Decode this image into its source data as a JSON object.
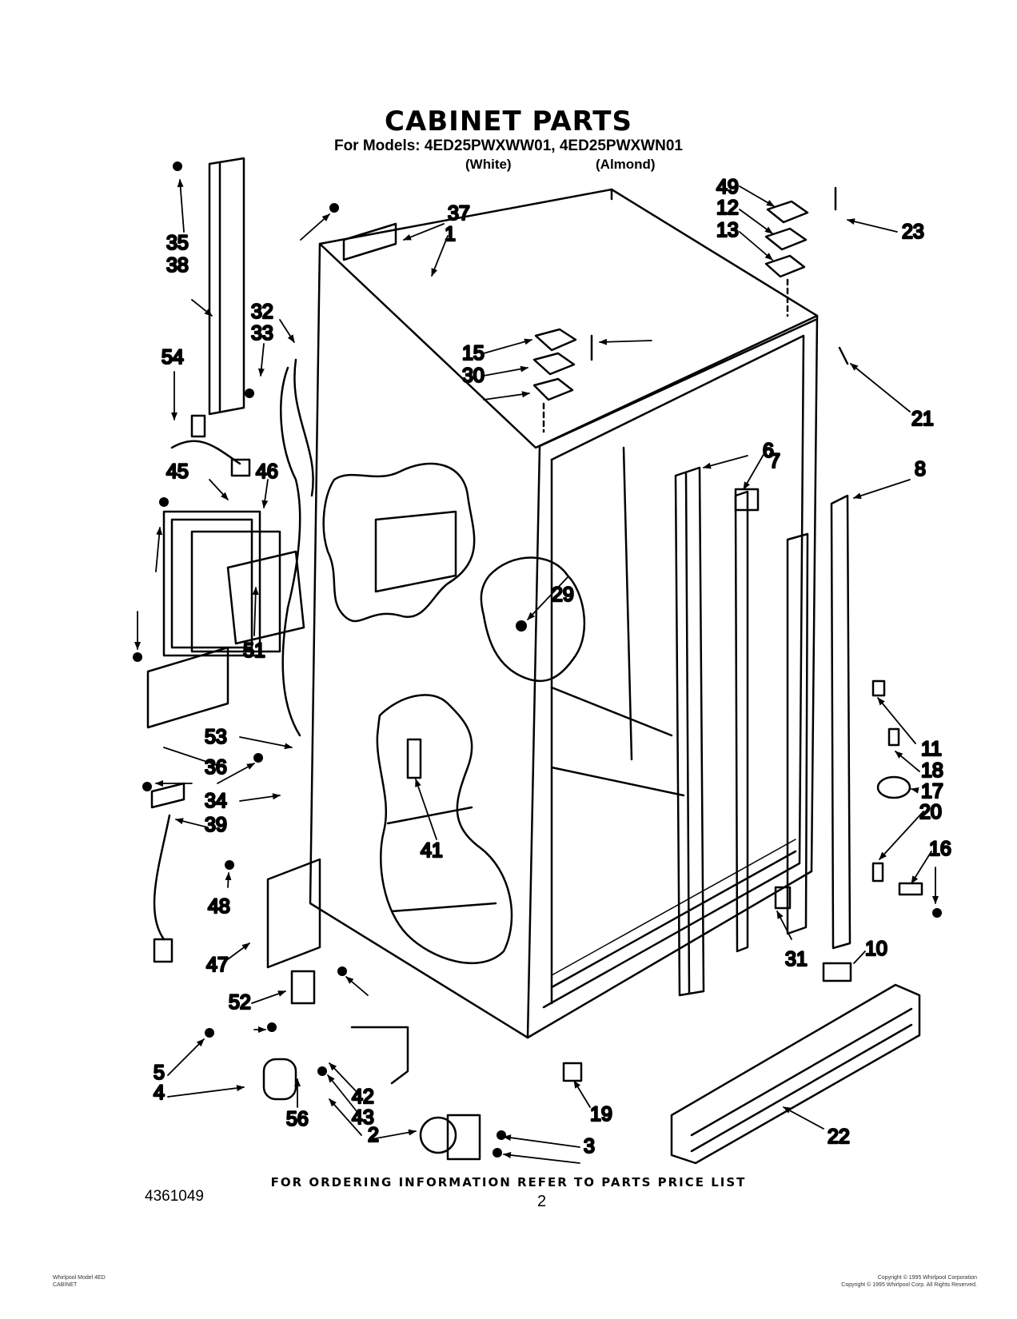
{
  "header": {
    "title": "CABINET PARTS",
    "models": "For Models: 4ED25PWXWW01, 4ED25PWXWN01",
    "variant_white": "(White)",
    "variant_almond": "(Almond)"
  },
  "callouts": [
    "1",
    "2",
    "3",
    "4",
    "5",
    "6",
    "7",
    "8",
    "10",
    "11",
    "12",
    "13",
    "15",
    "16",
    "17",
    "18",
    "19",
    "20",
    "21",
    "22",
    "23",
    "29",
    "30",
    "31",
    "32",
    "33",
    "34",
    "35",
    "36",
    "37",
    "38",
    "39",
    "41",
    "42",
    "43",
    "45",
    "46",
    "47",
    "48",
    "49",
    "51",
    "52",
    "53",
    "54",
    "56"
  ],
  "footer": {
    "ordering_info": "FOR ORDERING INFORMATION REFER TO PARTS PRICE LIST",
    "doc_number": "4361049",
    "page_number": "2",
    "small_left_1": "Whirlpool Model 4ED",
    "small_left_2": "CABINET",
    "small_right_1": "Copyright © 1995 Whirlpool Corporation",
    "small_right_2": "Copyright © 1995 Whirlpool Corp. All Rights Reserved."
  }
}
